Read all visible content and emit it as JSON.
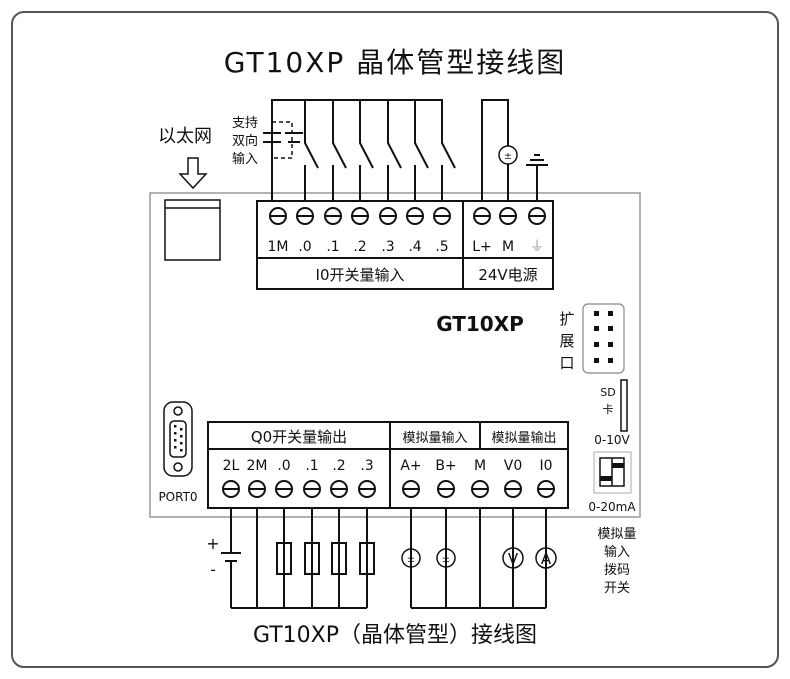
{
  "title": "GT10XP 晶体管型接线图",
  "bottom_title": "GT10XP（晶体管型）接线图",
  "model_label": "GT10XP",
  "ethernet_label": "以太网",
  "bidirectional_note": [
    "支持",
    "双向",
    "输入"
  ],
  "input_block": {
    "terminals": [
      "1M",
      ".0",
      ".1",
      ".2",
      ".3",
      ".4",
      ".5"
    ],
    "label": "I0开关量输入"
  },
  "power_block": {
    "terminals": [
      "L+",
      "M",
      "⏚"
    ],
    "label": "24V电源"
  },
  "expansion_label": [
    "扩",
    "展",
    "口"
  ],
  "sd_label": [
    "SD",
    "卡"
  ],
  "dip_top_label": "0-10V",
  "dip_bottom_label": "0-20mA",
  "dip_note": [
    "模拟量",
    "输入",
    "拨码",
    "开关"
  ],
  "port_label": "PORT0",
  "output_block": {
    "label": "Q0开关量输出",
    "terminals": [
      "2L",
      "2M",
      ".0",
      ".1",
      ".2",
      ".3"
    ]
  },
  "analog_in": {
    "label": "模拟量输入"
  },
  "analog_out": {
    "label": "模拟量输出"
  },
  "analog_terminals": [
    "A+",
    "B+",
    "M",
    "V0",
    "I0"
  ],
  "battery_plus": "+",
  "battery_minus": "-",
  "source_symbol": "±",
  "voltmeter_symbol": "V",
  "ammeter_symbol": "A"
}
